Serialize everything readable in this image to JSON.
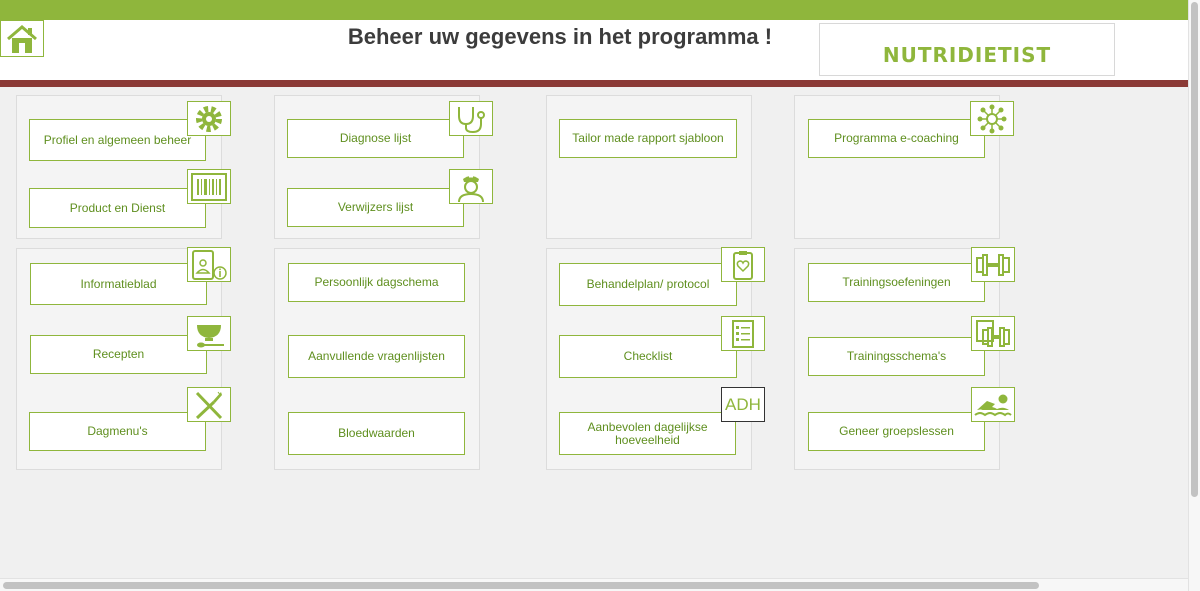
{
  "header": {
    "title": "Beheer uw gegevens in het programma !",
    "logo_text": "NUTRIDIETIST",
    "home_icon": "home-icon"
  },
  "colors": {
    "accent_green": "#8fb63c",
    "dark_red": "#8b3a36",
    "text_green": "#5f8f1f",
    "title_gray": "#3c3c3c"
  },
  "panels": [
    {
      "buttons": [
        {
          "label": "Profiel en algemeen beheer",
          "icon": "gear-icon"
        },
        {
          "label": "Product en Dienst",
          "icon": "barcode-icon"
        }
      ]
    },
    {
      "buttons": [
        {
          "label": "Diagnose lijst",
          "icon": "stethoscope-icon"
        },
        {
          "label": "Verwijzers lijst",
          "icon": "nurse-icon"
        }
      ]
    },
    {
      "buttons": [
        {
          "label": "Tailor made rapport sjabloon",
          "icon": ""
        }
      ]
    },
    {
      "buttons": [
        {
          "label": "Programma e-coaching",
          "icon": "network-icon"
        }
      ]
    },
    {
      "buttons": [
        {
          "label": "Informatieblad",
          "icon": "info-sheet-icon"
        },
        {
          "label": "Recepten",
          "icon": "bowl-spoon-icon"
        },
        {
          "label": "Dagmenu's",
          "icon": "fork-knife-icon"
        }
      ]
    },
    {
      "buttons": [
        {
          "label": "Persoonlijk dagschema",
          "icon": ""
        },
        {
          "label": "Aanvullende vragenlijsten",
          "icon": ""
        },
        {
          "label": "Bloedwaarden",
          "icon": ""
        }
      ]
    },
    {
      "buttons": [
        {
          "label": "Behandelplan/ protocol",
          "icon": "clipboard-heart-icon"
        },
        {
          "label": "Checklist",
          "icon": "checklist-icon"
        },
        {
          "label": "Aanbevolen dagelijkse hoeveelheid",
          "icon": "adh-icon",
          "icon_text": "ADH"
        }
      ]
    },
    {
      "buttons": [
        {
          "label": "Trainingsoefeningen",
          "icon": "dumbbell-icon"
        },
        {
          "label": "Trainingsschema's",
          "icon": "training-schedule-icon"
        },
        {
          "label": "Geneer groepslessen",
          "icon": "swimmer-icon"
        }
      ]
    }
  ]
}
